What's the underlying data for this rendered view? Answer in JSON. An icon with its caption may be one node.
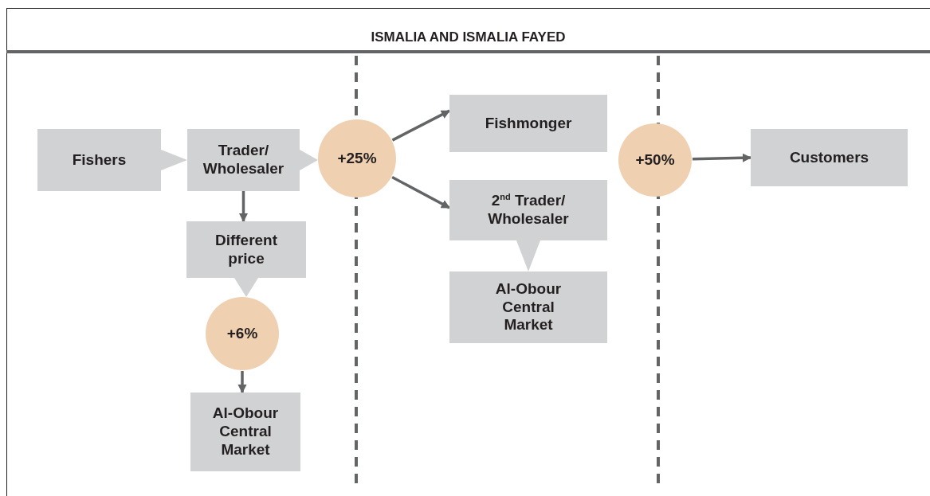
{
  "diagram": {
    "title": "ISMALIA AND ISMALIA FAYED",
    "nodes": [
      {
        "text": [
          "Fishers"
        ]
      },
      {
        "text": [
          "Trader/ Wholesaler"
        ]
      },
      {
        "text": [
          "Different price"
        ]
      },
      {
        "text": [
          "+6%"
        ]
      },
      {
        "text": [
          "Al-Obour Central Market"
        ]
      },
      {
        "text": [
          "+25%"
        ]
      },
      {
        "text": [
          "Fishmonger"
        ]
      },
      {
        "text": [
          "2$^{nd}$ Trader/ Wholesaler"
        ]
      },
      {
        "text": [
          "Al-Obour Central Market"
        ]
      },
      {
        "text": [
          "+50%"
        ]
      },
      {
        "text": [
          "Customers"
        ]
      }
    ],
    "edges": [
      {
        "from": 0,
        "to": 1,
        "arrow": "to"
      },
      {
        "from": 1,
        "to": 5,
        "arrow": "to"
      },
      {
        "from": 1,
        "to": 2,
        "arrow": "to"
      },
      {
        "from": 2,
        "to": 3,
        "arrow": "to"
      },
      {
        "from": 3,
        "to": 4,
        "arrow": "to"
      },
      {
        "from": 5,
        "to": 6,
        "arrow": "to"
      },
      {
        "from": 5,
        "to": 7,
        "arrow": "to"
      },
      {
        "from": 7,
        "to": 8,
        "arrow": "to"
      },
      {
        "from": 9,
        "to": 10,
        "arrow": "to"
      }
    ]
  }
}
